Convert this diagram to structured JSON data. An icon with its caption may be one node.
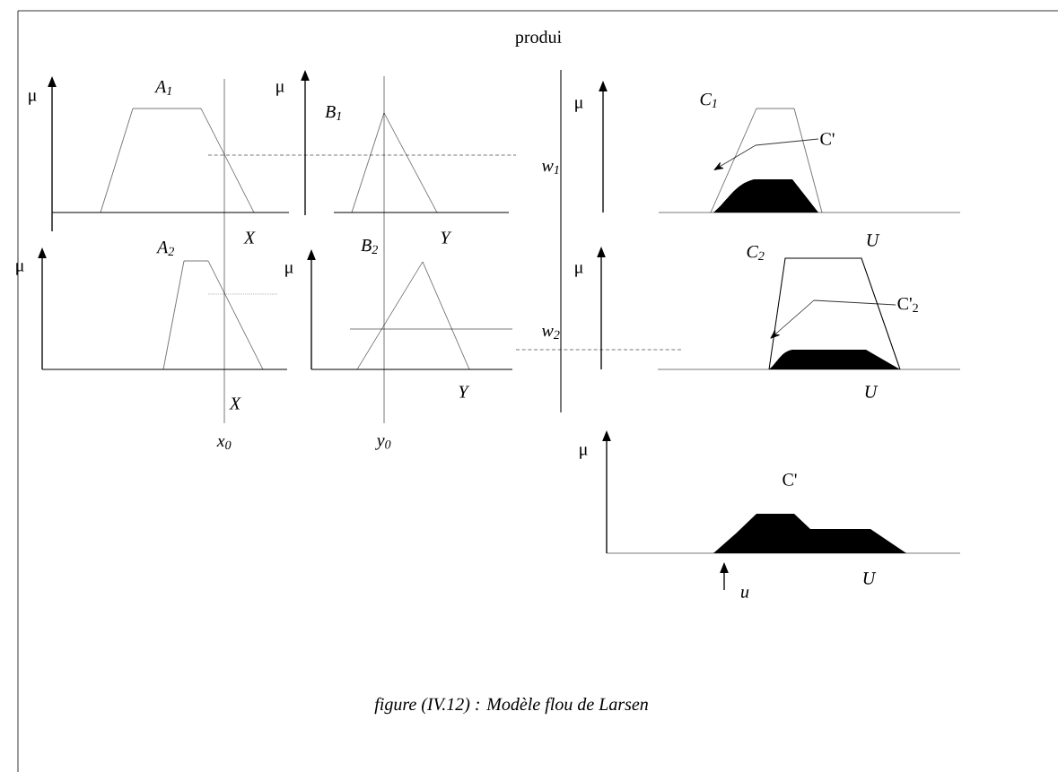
{
  "diagram": {
    "title": "produi",
    "caption": "figure (IV.12) :  Modèle flou de Larsen",
    "nodes": [
      {
        "text": [
          "C'"
        ]
      },
      {
        "text": [
          "C'$_{2}$"
        ]
      }
    ],
    "edges": [
      {
        "from": 0,
        "to": null,
        "arrow": "to"
      },
      {
        "from": 1,
        "to": null,
        "arrow": "to"
      }
    ],
    "labels": [
      "μ",
      "A$_{1}$",
      "μ",
      "B$_{1}$",
      "μ",
      "C$_{1}$",
      "w$_{1}$",
      "X",
      "Y",
      "U",
      "μ",
      "A$_{2}$",
      "μ",
      "B$_{2}$",
      "μ",
      "C$_{2}$",
      "w$_{2}$",
      "X",
      "Y",
      "U",
      "x$_{0}$",
      "y$_{0}$",
      "μ",
      "C'",
      "U",
      "u"
    ]
  }
}
